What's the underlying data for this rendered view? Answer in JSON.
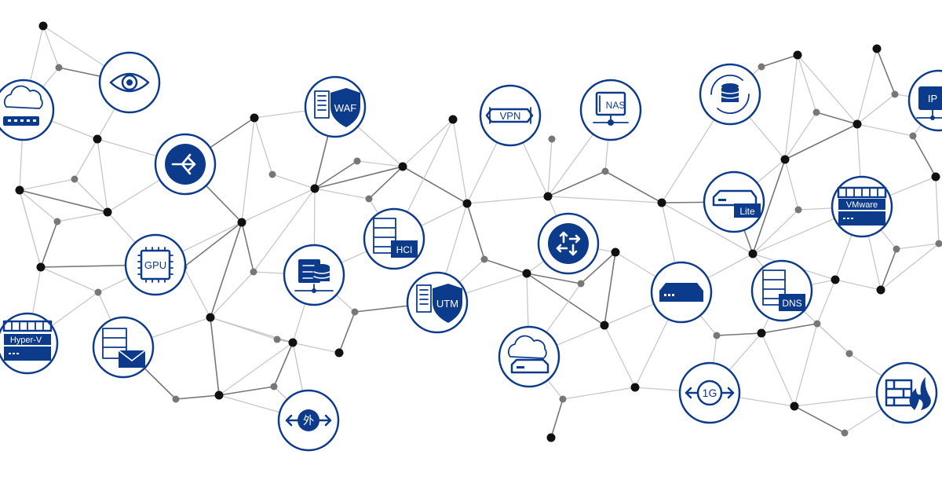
{
  "colors": {
    "primary": "#0d3b8c",
    "accent": "#1565c0",
    "node_dark": "#111111",
    "node_gray": "#777777",
    "edge_light": "#c8c8c8",
    "edge_dark": "#777777",
    "background": "#ffffff"
  },
  "icons": {
    "waf": {
      "label": "WAF",
      "icon": "shield-server-icon"
    },
    "vpn": {
      "label": "VPN",
      "icon": "vpn-tunnel-icon"
    },
    "nas": {
      "label": "NAS",
      "icon": "nas-storage-icon"
    },
    "lite": {
      "label": "Lite",
      "icon": "appliance-lite-icon"
    },
    "vmware": {
      "label": "VMware",
      "icon": "vmware-server-icon"
    },
    "gpu": {
      "label": "GPU",
      "icon": "gpu-chip-icon"
    },
    "hci": {
      "label": "HCI",
      "icon": "hci-server-icon"
    },
    "utm": {
      "label": "UTM",
      "icon": "utm-shield-icon"
    },
    "dns": {
      "label": "DNS",
      "icon": "dns-server-icon"
    },
    "hyperv": {
      "label": "Hyper-V",
      "icon": "hyperv-server-icon"
    },
    "gaisen": {
      "label": "外",
      "icon": "external-line-icon"
    },
    "onegig": {
      "label": "1G",
      "icon": "1g-line-icon"
    },
    "ip": {
      "label": "IP",
      "icon": "ip-server-icon"
    },
    "eye": {
      "icon": "eye-icon"
    },
    "cloud_switch": {
      "icon": "cloud-switch-icon"
    },
    "router": {
      "icon": "router-icon"
    },
    "db_server": {
      "icon": "database-network-icon"
    },
    "mail": {
      "icon": "mail-server-icon"
    },
    "cloud_appliance": {
      "icon": "cloud-appliance-icon"
    },
    "backup": {
      "icon": "backup-database-icon"
    },
    "switch_arrows": {
      "icon": "switch-arrows-icon"
    },
    "appliance": {
      "icon": "appliance-icon"
    },
    "firewall": {
      "icon": "firewall-icon"
    }
  }
}
